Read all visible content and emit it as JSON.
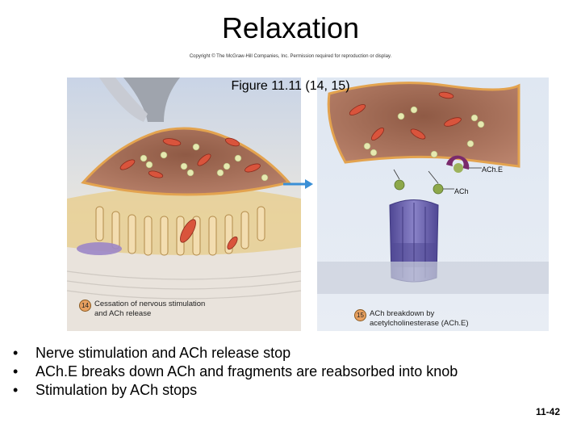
{
  "slide": {
    "title": "Relaxation",
    "copyright": "Copyright © The McGraw-Hill Companies, Inc. Permission required for reproduction or display.",
    "figure_label": "Figure 11.11 (14, 15)",
    "slide_number": "11-42"
  },
  "illustration": {
    "labels": {
      "ache": "ACh.E",
      "ach": "ACh"
    },
    "steps": [
      {
        "number": "14",
        "text_line1": "Cessation of nervous stimulation",
        "text_line2": "and ACh release"
      },
      {
        "number": "15",
        "text_line1": "ACh breakdown by",
        "text_line2": "acetylcholinesterase (ACh.E)"
      }
    ]
  },
  "bullets": [
    "Nerve stimulation and ACh release stop",
    "ACh.E breaks down ACh and fragments are reabsorbed into knob",
    "Stimulation by ACh stops"
  ],
  "colors": {
    "background": "#ffffff",
    "terminal": "#c78f67",
    "mitochondria": "#d9543c",
    "receptor": "#6a63a8",
    "arrow": "#3a8fd6"
  }
}
